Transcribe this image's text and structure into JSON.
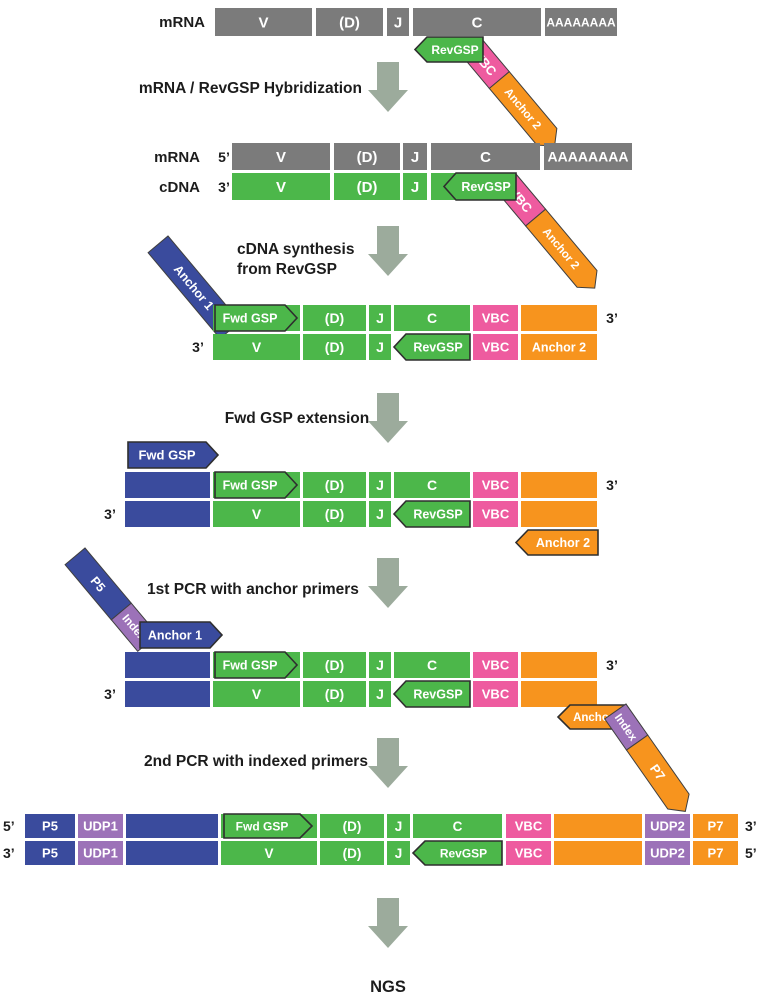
{
  "segments": {
    "v": "V",
    "d": "(D)",
    "j": "J",
    "c": "C",
    "polya": "AAAAAAAA",
    "vbc": "VBC",
    "revgsp": "RevGSP",
    "fwdgsp": "Fwd GSP",
    "anchor1": "Anchor 1",
    "anchor2": "Anchor 2",
    "p5": "P5",
    "p7": "P7",
    "index": "Index",
    "udp1": "UDP1",
    "udp2": "UDP2"
  },
  "side_labels": {
    "mrna": "mRNA",
    "cdna": "cDNA",
    "five_prime": "5’",
    "three_prime": "3’"
  },
  "steps": {
    "step1": "mRNA / RevGSP Hybridization",
    "step2_line1": "cDNA synthesis",
    "step2_line2": "from RevGSP",
    "step3": "Fwd GSP extension",
    "step4": "1st PCR with anchor primers",
    "step5": "2nd PCR with indexed primers",
    "final": "NGS"
  },
  "colors": {
    "mrna_gray": "#7b7b7b",
    "cdna_green": "#4cb74a",
    "blue": "#3a4b9d",
    "pink": "#ee5b9f",
    "orange": "#f7941e",
    "purple": "#9c72b8",
    "arrow_gray": "#9cab9c",
    "outline_dark": "#2e2e2e",
    "ribbon_outline": "#3f3f3f",
    "text_dark": "#1c1c1c",
    "white": "#ffffff",
    "background": "#ffffff"
  }
}
